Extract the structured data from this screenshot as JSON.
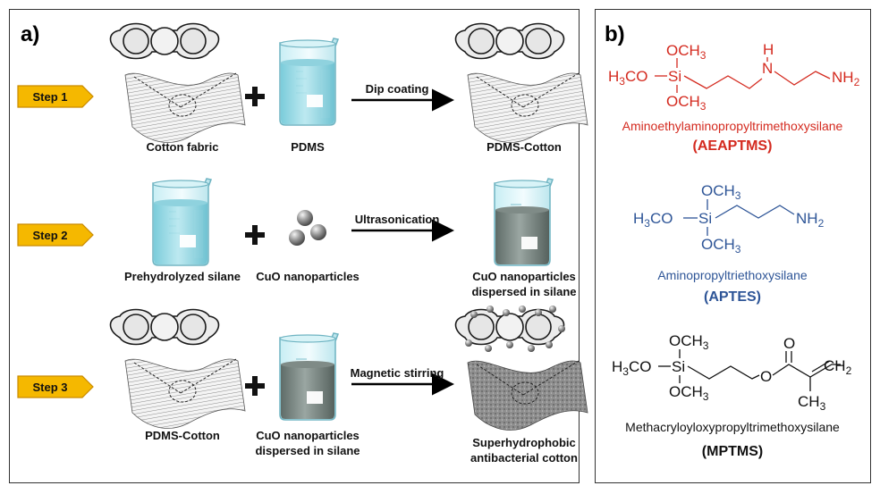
{
  "panel_a": {
    "label": "a)",
    "steps": [
      {
        "badge": "Step 1",
        "left_label": "Cotton fabric",
        "middle_label": "PDMS",
        "arrow_label": "Dip coating",
        "result_label": [
          "PDMS-Cotton"
        ]
      },
      {
        "badge": "Step 2",
        "left_label": "Prehydrolyzed silane",
        "middle_label": "CuO nanoparticles",
        "arrow_label": "Ultrasonication",
        "result_label": [
          "CuO nanoparticles",
          "dispersed in silane"
        ]
      },
      {
        "badge": "Step 3",
        "left_label": "PDMS-Cotton",
        "middle_label": [
          "CuO nanoparticles",
          "dispersed in silane"
        ],
        "arrow_label": "Magnetic stirring",
        "result_label": [
          "Superhydrophobic",
          "antibacterial cotton"
        ]
      }
    ]
  },
  "panel_b": {
    "label": "b)",
    "silanes": [
      {
        "name": "Aminoethylaminopropyltrimethoxysilane",
        "abbrev": "(AEAPTMS)",
        "color": "#d42a1f",
        "groups": {
          "top": "OCH",
          "top_sub": "3",
          "left": "H",
          "left_sub": "3",
          "left2": "CO",
          "si": "Si",
          "bottom": "OCH",
          "bottom_sub": "3",
          "nh": "N",
          "h": "H",
          "nh2": "NH",
          "nh2_sub": "2"
        }
      },
      {
        "name": "Aminopropyltriethoxysilane",
        "abbrev": "(APTES)",
        "color": "#2e5597",
        "groups": {
          "top": "OCH",
          "top_sub": "3",
          "left": "H",
          "left_sub": "3",
          "left2": "CO",
          "si": "Si",
          "bottom": "OCH",
          "bottom_sub": "3",
          "nh2": "NH",
          "nh2_sub": "2"
        }
      },
      {
        "name": "Methacryloyloxypropyltrimethoxysilane",
        "abbrev": "(MPTMS)",
        "color": "#111111",
        "groups": {
          "top": "OCH",
          "top_sub": "3",
          "left": "H",
          "left_sub": "3",
          "left2": "CO",
          "si": "Si",
          "bottom": "OCH",
          "bottom_sub": "3",
          "o_ester": "O",
          "o_carbonyl": "O",
          "ch2": "CH",
          "ch2_sub": "2",
          "ch3": "CH",
          "ch3_sub": "3"
        }
      }
    ]
  },
  "colors": {
    "badge_fill": "#f5b800",
    "badge_stroke": "#c98a00",
    "water": "#a9dde6",
    "dark_liquid": "#7d8a86",
    "cloth": "#d8d8d8"
  }
}
